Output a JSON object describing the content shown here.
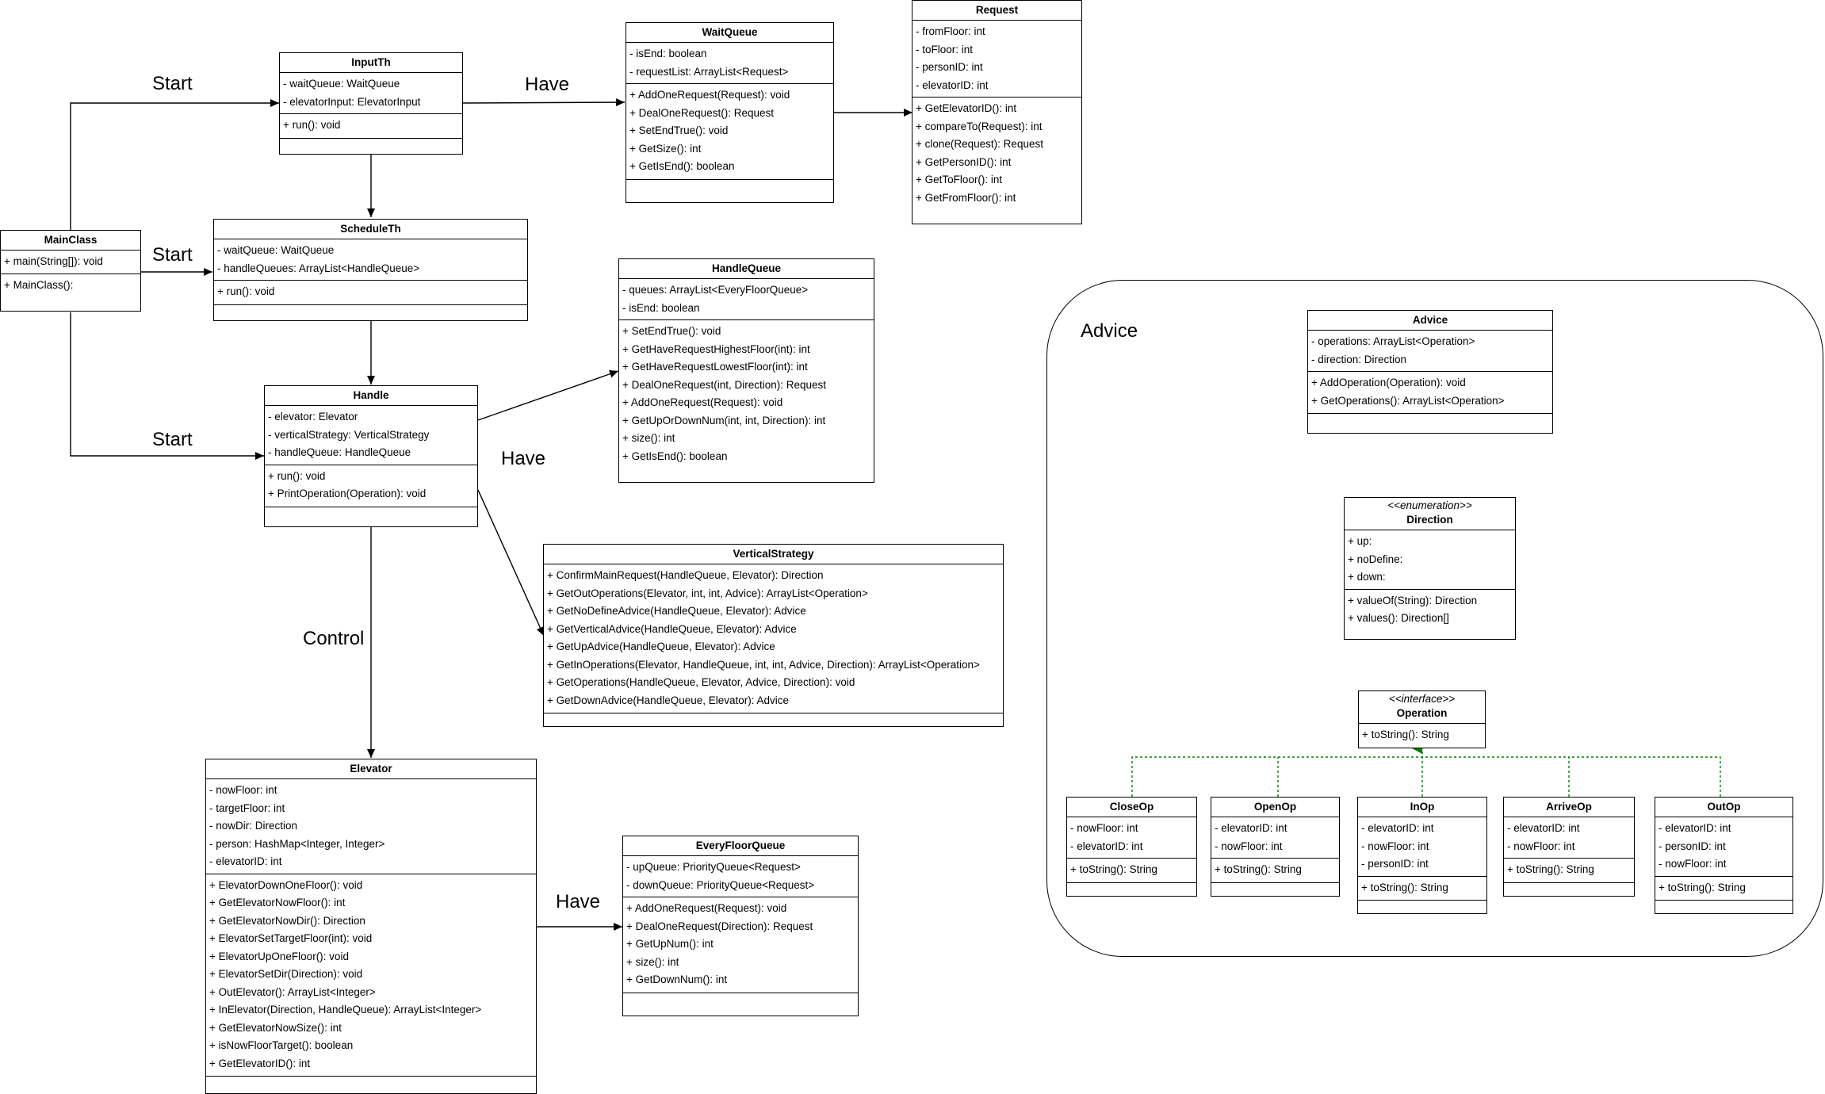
{
  "labels": {
    "start_input": "Start",
    "start_schedule": "Start",
    "start_handle": "Start",
    "have_wait": "Have",
    "have_handle": "Have",
    "have_floor": "Have",
    "control": "Control",
    "advice_frame": "Advice"
  },
  "classes": {
    "main": {
      "name": "MainClass",
      "attributes": [
        "+ main(String[]): void"
      ],
      "methods": [
        "+ MainClass():"
      ]
    },
    "inputth": {
      "name": "InputTh",
      "attributes": [
        "- waitQueue: WaitQueue",
        "- elevatorInput: ElevatorInput"
      ],
      "methods": [
        "+ run(): void"
      ]
    },
    "waitqueue": {
      "name": "WaitQueue",
      "attributes": [
        "- isEnd: boolean",
        "- requestList: ArrayList<Request>"
      ],
      "methods": [
        "+ AddOneRequest(Request): void",
        "+ DealOneRequest(): Request",
        "+ SetEndTrue(): void",
        "+ GetSize(): int",
        "+ GetIsEnd(): boolean"
      ]
    },
    "request": {
      "name": "Request",
      "attributes": [
        "- fromFloor: int",
        "- toFloor: int",
        "- personID: int",
        "- elevatorID: int"
      ],
      "methods": [
        "+ GetElevatorID(): int",
        "+ compareTo(Request): int",
        "+ clone(Request): Request",
        "+ GetPersonID(): int",
        "+ GetToFloor(): int",
        "+ GetFromFloor(): int"
      ]
    },
    "scheduleth": {
      "name": "ScheduleTh",
      "attributes": [
        "- waitQueue: WaitQueue",
        "- handleQueues: ArrayList<HandleQueue>"
      ],
      "methods": [
        "+ run(): void"
      ]
    },
    "handlequeue": {
      "name": "HandleQueue",
      "attributes": [
        "- queues: ArrayList<EveryFloorQueue>",
        "- isEnd: boolean"
      ],
      "methods": [
        "+ SetEndTrue(): void",
        "+ GetHaveRequestHighestFloor(int): int",
        "+ GetHaveRequestLowestFloor(int): int",
        "+ DealOneRequest(int, Direction): Request",
        "+ AddOneRequest(Request): void",
        "+ GetUpOrDownNum(int, int, Direction): int",
        "+ size(): int",
        "+ GetIsEnd(): boolean"
      ]
    },
    "handle": {
      "name": "Handle",
      "attributes": [
        "- elevator: Elevator",
        "- verticalStrategy: VerticalStrategy",
        "- handleQueue: HandleQueue"
      ],
      "methods": [
        "+ run(): void",
        "+ PrintOperation(Operation): void"
      ]
    },
    "vertical": {
      "name": "VerticalStrategy",
      "methods": [
        "+ ConfirmMainRequest(HandleQueue, Elevator): Direction",
        "+ GetOutOperations(Elevator, int, int, Advice): ArrayList<Operation>",
        "+ GetNoDefineAdvice(HandleQueue, Elevator): Advice",
        "+ GetVerticalAdvice(HandleQueue, Elevator): Advice",
        "+ GetUpAdvice(HandleQueue, Elevator): Advice",
        "+ GetInOperations(Elevator, HandleQueue, int, int, Advice, Direction): ArrayList<Operation>",
        "+ GetOperations(HandleQueue, Elevator, Advice, Direction): void",
        "+ GetDownAdvice(HandleQueue, Elevator): Advice"
      ]
    },
    "elevator": {
      "name": "Elevator",
      "attributes": [
        "- nowFloor: int",
        "- targetFloor: int",
        "- nowDir: Direction",
        "- person: HashMap<Integer, Integer>",
        "- elevatorID: int"
      ],
      "methods": [
        "+ ElevatorDownOneFloor(): void",
        "+ GetElevatorNowFloor(): int",
        "+ GetElevatorNowDir(): Direction",
        "+ ElevatorSetTargetFloor(int): void",
        "+ ElevatorUpOneFloor(): void",
        "+ ElevatorSetDir(Direction): void",
        "+ OutElevator(): ArrayList<Integer>",
        "+ InElevator(Direction, HandleQueue): ArrayList<Integer>",
        "+ GetElevatorNowSize(): int",
        "+ isNowFloorTarget(): boolean",
        "+ GetElevatorID(): int"
      ]
    },
    "everyfloor": {
      "name": "EveryFloorQueue",
      "attributes": [
        "- upQueue: PriorityQueue<Request>",
        "- downQueue: PriorityQueue<Request>"
      ],
      "methods": [
        "+ AddOneRequest(Request): void",
        "+ DealOneRequest(Direction): Request",
        "+ GetUpNum(): int",
        "+ size(): int",
        "+ GetDownNum(): int"
      ]
    },
    "advice": {
      "name": "Advice",
      "attributes": [
        "- operations: ArrayList<Operation>",
        "- direction: Direction"
      ],
      "methods": [
        "+ AddOperation(Operation): void",
        "+ GetOperations(): ArrayList<Operation>"
      ]
    },
    "direction": {
      "stereotype": "<<enumeration>>",
      "name": "Direction",
      "attributes": [
        "+ up:",
        "+ noDefine:",
        "+ down:"
      ],
      "methods": [
        "+ valueOf(String): Direction",
        "+ values(): Direction[]"
      ]
    },
    "operation": {
      "stereotype": "<<interface>>",
      "name": "Operation",
      "methods": [
        "+ toString(): String"
      ]
    },
    "closeop": {
      "name": "CloseOp",
      "attributes": [
        "- nowFloor: int",
        "- elevatorID: int"
      ],
      "methods": [
        "+ toString(): String"
      ]
    },
    "openop": {
      "name": "OpenOp",
      "attributes": [
        "- elevatorID: int",
        "- nowFloor: int"
      ],
      "methods": [
        "+ toString(): String"
      ]
    },
    "inop": {
      "name": "InOp",
      "attributes": [
        "- elevatorID: int",
        "- nowFloor: int",
        "- personID: int"
      ],
      "methods": [
        "+ toString(): String"
      ]
    },
    "arriveop": {
      "name": "ArriveOp",
      "attributes": [
        "- elevatorID: int",
        "- nowFloor: int"
      ],
      "methods": [
        "+ toString(): String"
      ]
    },
    "outop": {
      "name": "OutOp",
      "attributes": [
        "- elevatorID: int",
        "- personID: int",
        "- nowFloor: int"
      ],
      "methods": [
        "+ toString(): String"
      ]
    }
  },
  "colors": {
    "line": "#000000",
    "realization": "#008000"
  }
}
